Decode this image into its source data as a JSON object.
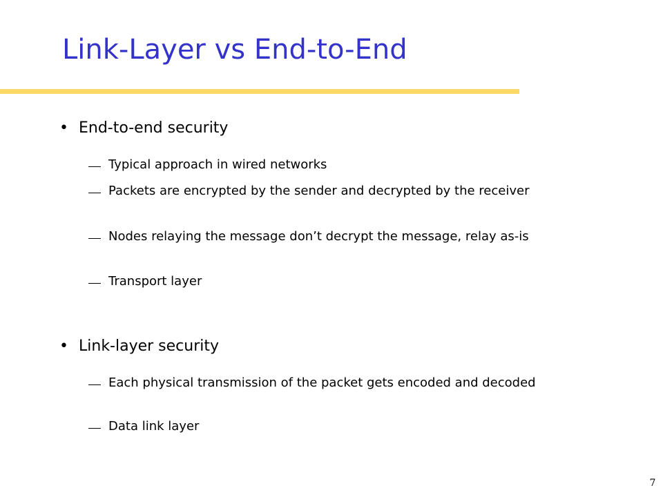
{
  "slide": {
    "title": "Link-Layer vs End-to-End",
    "page_number": "7"
  },
  "bullet_marker": "•",
  "bullets": [
    {
      "label": "End-to-end security",
      "subitems": [
        "Typical approach in wired networks",
        "Packets are encrypted by the sender and decrypted by the receiver",
        "Nodes relaying the message don’t decrypt the message, relay as-is",
        "Transport layer"
      ]
    },
    {
      "label": "Link-layer security",
      "subitems": [
        "Each physical transmission of the packet gets encoded and decoded",
        "Data link layer"
      ]
    }
  ],
  "colors": {
    "title": "#3333cc",
    "rule": "#ffd966",
    "text": "#000000",
    "background": "#ffffff"
  }
}
